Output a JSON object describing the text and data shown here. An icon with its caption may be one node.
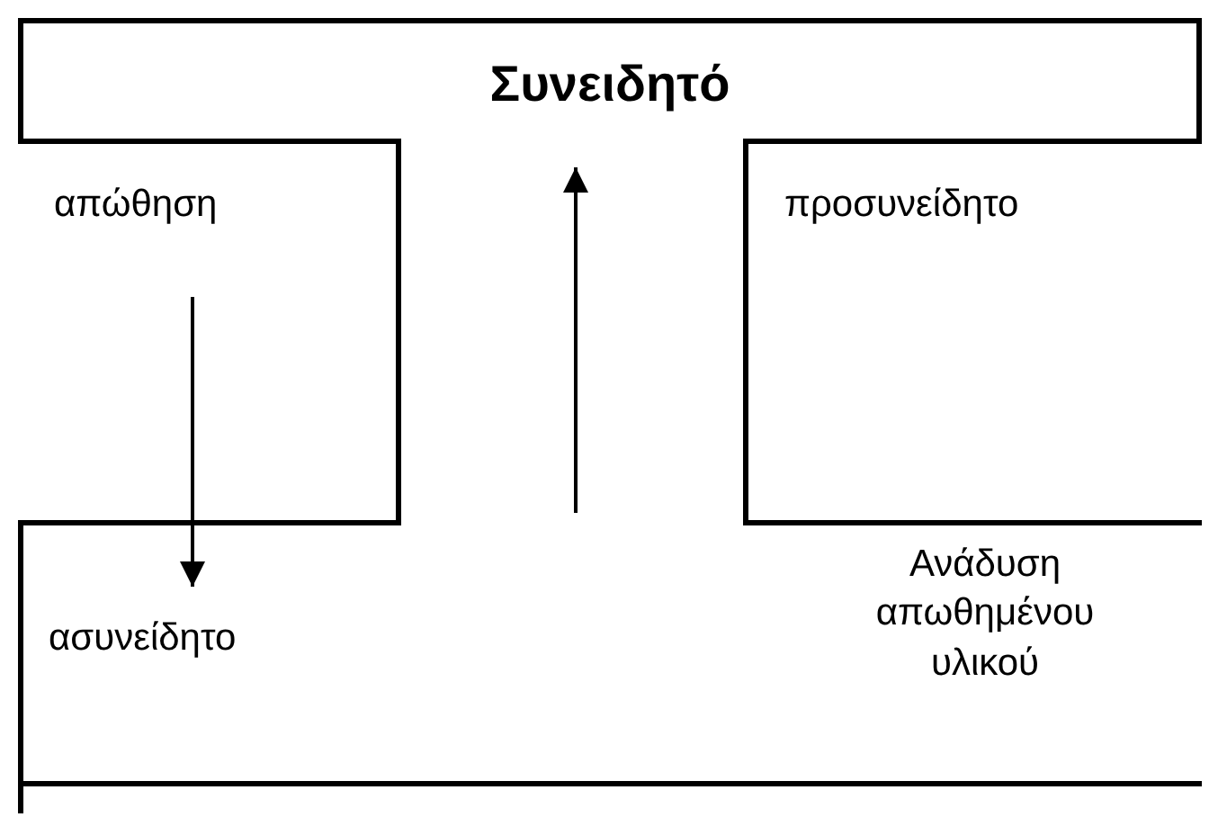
{
  "diagram": {
    "nodes": [
      {
        "text": [
          "Συνειδητό"
        ]
      },
      {
        "text": [
          "απώθηση"
        ]
      },
      {
        "text": [
          "προσυνείδητο"
        ]
      },
      {
        "text": [
          "ασυνείδητο"
        ]
      }
    ],
    "edges": [
      {
        "from": 1,
        "to": 3,
        "arrow": "to"
      },
      {
        "from": 3,
        "to": 0,
        "arrow": "to"
      }
    ],
    "labels": [
      "Ανάδυση απωθημένου υλικού"
    ]
  }
}
